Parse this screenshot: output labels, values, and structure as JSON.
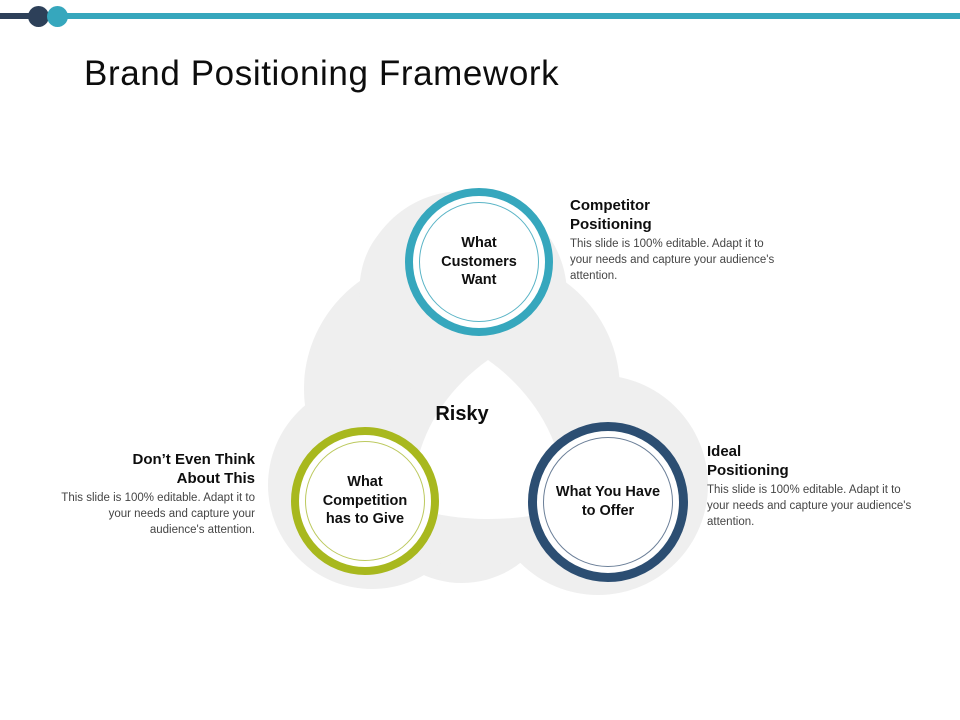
{
  "slide": {
    "title": "Brand Positioning Framework",
    "background_color": "#ffffff"
  },
  "header": {
    "decoration": {
      "left_line_color": "#2d4059",
      "right_line_color": "#36a7bd",
      "dot_navy_color": "#2d4059",
      "dot_teal_color": "#36a7bd"
    }
  },
  "diagram": {
    "center_label": "Risky",
    "backdrop_color": "#efefef",
    "nodes": [
      {
        "id": "customers",
        "label": "What\nCustomers\nWant",
        "label_lines": [
          "What",
          "Customers",
          "Want"
        ],
        "ring_color": "#36a7bd"
      },
      {
        "id": "competition",
        "label": "What\nCompetition\nhas to Give",
        "label_lines": [
          "What",
          "Competition",
          "has to Give"
        ],
        "ring_color": "#a8b81e"
      },
      {
        "id": "offer",
        "label": "What You Have\nto Offer",
        "label_lines": [
          "What You Have",
          "to Offer"
        ],
        "ring_color": "#2c4e72"
      }
    ]
  },
  "callouts": [
    {
      "id": "competitor-positioning",
      "title": "Competitor Positioning",
      "title_lines": [
        "Competitor",
        "Positioning"
      ],
      "body": "This slide is 100% editable. Adapt it to your needs and capture your audience's attention.",
      "align": "left"
    },
    {
      "id": "ideal-positioning",
      "title": "Ideal Positioning",
      "title_lines": [
        "Ideal",
        "Positioning"
      ],
      "body": "This slide is 100% editable. Adapt it to your needs and capture your audience's attention.",
      "align": "left"
    },
    {
      "id": "dont-even-think-about-this",
      "title": "Don’t Even Think About This",
      "title_lines": [
        "Don’t Even Think",
        "About This"
      ],
      "body": "This slide is 100% editable. Adapt it to your needs and capture your audience's attention.",
      "align": "right"
    }
  ]
}
